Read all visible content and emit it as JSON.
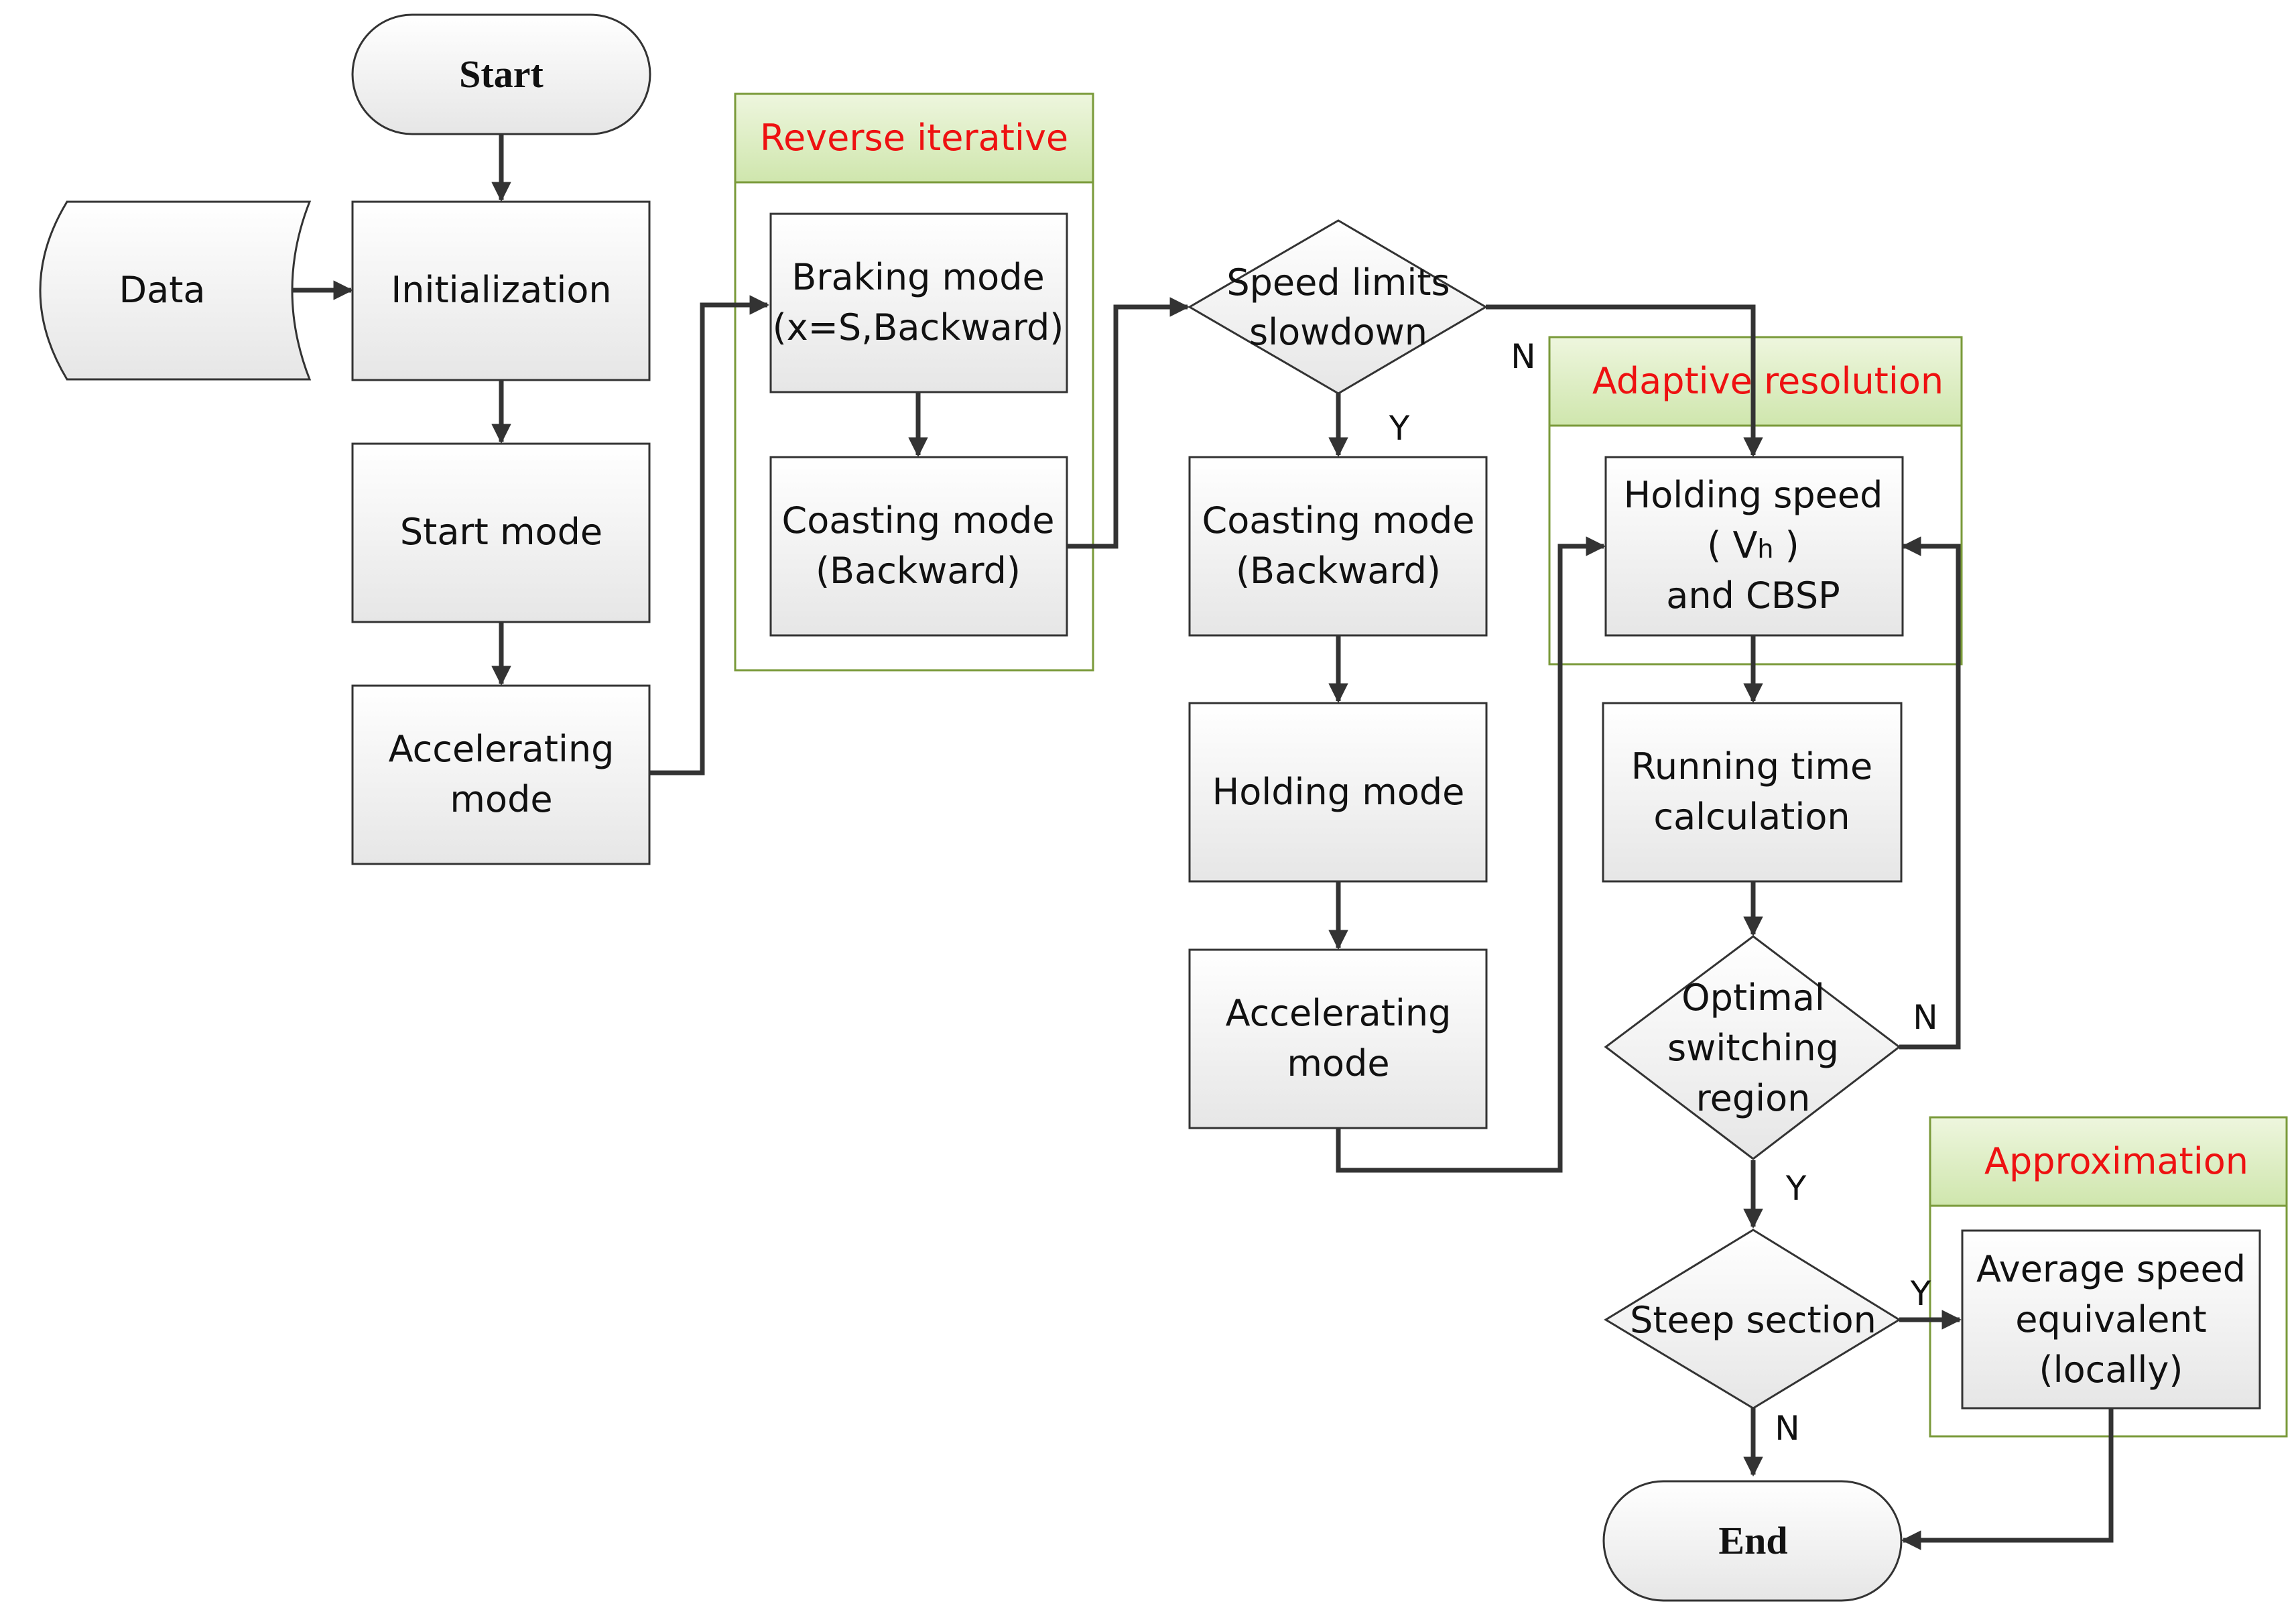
{
  "colors": {
    "group_title": "#ee1111",
    "group_border": "#7a9a3a",
    "node_stroke": "#333333",
    "arrow": "#333333"
  },
  "nodes": {
    "start": "Start",
    "data": "Data",
    "initialization": "Initialization",
    "start_mode": "Start mode",
    "accelerating_mode_1": [
      "Accelerating",
      "mode"
    ],
    "braking_mode": [
      "Braking mode",
      "(x=S,Backward)"
    ],
    "coasting_mode_1": [
      "Coasting mode",
      "(Backward)"
    ],
    "speed_limits": [
      "Speed limits",
      "slowdown"
    ],
    "coasting_mode_2": [
      "Coasting mode",
      "(Backward)"
    ],
    "holding_mode": "Holding mode",
    "accelerating_mode_2": [
      "Accelerating",
      "mode"
    ],
    "holding_speed": [
      "Holding speed",
      "( V",
      "h",
      " )",
      "and CBSP"
    ],
    "running_time": [
      "Running time",
      "calculation"
    ],
    "optimal_switching": [
      "Optimal",
      "switching",
      "region"
    ],
    "steep_section": "Steep section",
    "average_speed": [
      "Average speed",
      "equivalent",
      "(locally)"
    ],
    "end": "End"
  },
  "groups": {
    "reverse_iterative": "Reverse iterative",
    "adaptive_resolution": "Adaptive resolution",
    "approximation": "Approximation"
  },
  "edge_labels": {
    "speed_limits_yes": "Y",
    "speed_limits_no": "N",
    "optimal_no": "N",
    "optimal_yes": "Y",
    "steep_yes": "Y",
    "steep_no": "N"
  }
}
